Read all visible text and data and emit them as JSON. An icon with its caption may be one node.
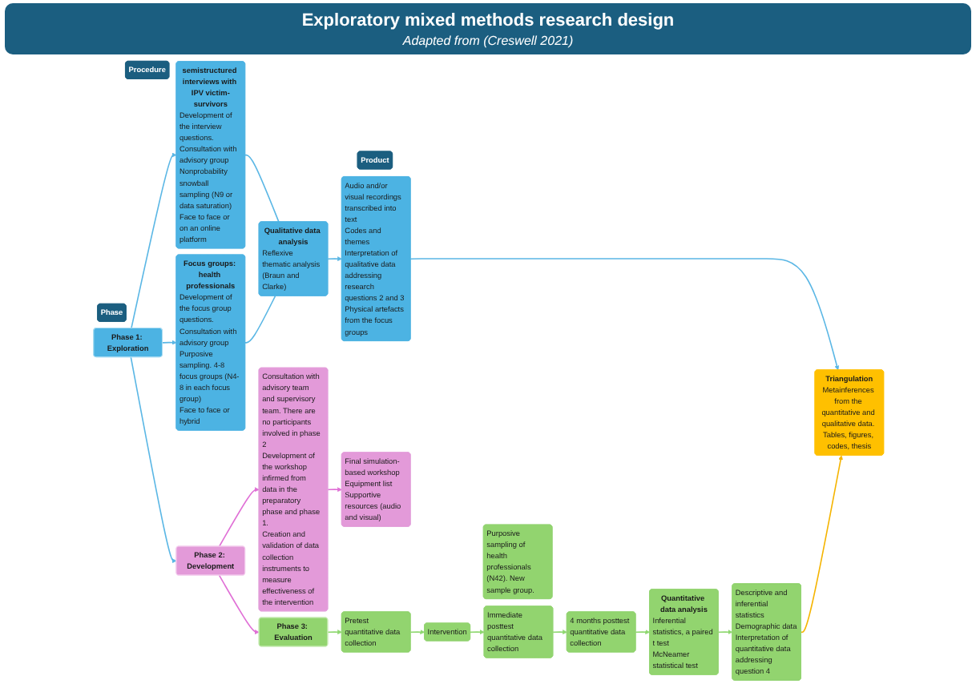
{
  "diagram": {
    "title": "Exploratory mixed methods research design",
    "caption": "Adapted from (Creswell 2021)",
    "nodes": [
      {
        "text": [
          "Phase"
        ]
      },
      {
        "text": [
          "Procedure"
        ]
      },
      {
        "text": [
          "Product"
        ]
      },
      {
        "text": [
          "Phase 1: Exploration"
        ]
      },
      {
        "text": [
          "semistructured interviews with IPV victim-survivors",
          "Development of the interview questions. Consultation with advisory group",
          "Nonprobability snowball sampling (N9 or data saturation)",
          "Face to face or on an online platform"
        ]
      },
      {
        "text": [
          "Focus groups: health professionals",
          "Development of the focus group questions. Consultation with advisory group",
          "Purposive sampling. 4-8 focus groups (N4-8 in each focus group)",
          "Face to face or hybrid"
        ]
      },
      {
        "text": [
          "Qualitative data analysis",
          "Reflexive thematic analysis (Braun and Clarke)"
        ]
      },
      {
        "text": [
          "Audio and/or visual recordings transcribed into text",
          "Codes and themes",
          "Interpretation of qualitative data addressing research questions 2 and 3",
          "Physical artefacts from the focus groups"
        ]
      },
      {
        "text": [
          "Phase 2: Development"
        ]
      },
      {
        "text": [
          "Consultation with advisory team and supervisory team. There are no participants involved in phase 2",
          "Development of the workshop infirmed from data in the preparatory phase and phase 1.",
          "Creation and validation of data collection instruments to measure effectiveness of the intervention"
        ]
      },
      {
        "text": [
          "Final simulation-based workshop",
          "Equipment list",
          "Supportive resources (audio and visual)"
        ]
      },
      {
        "text": [
          "Phase 3: Evaluation"
        ]
      },
      {
        "text": [
          "Purposive sampling of health professionals (N42). New sample group."
        ]
      },
      {
        "text": [
          "Pretest quantitative data collection"
        ]
      },
      {
        "text": [
          "Intervention"
        ]
      },
      {
        "text": [
          "Immediate posttest quantitative data collection"
        ]
      },
      {
        "text": [
          "4 months posttest quantitative data collection"
        ]
      },
      {
        "text": [
          "Quantitative data analysis",
          "Inferential statistics, a paired t test",
          "McNeamer statistical test"
        ]
      },
      {
        "text": [
          "Descriptive and inferential statistics",
          "Demographic data",
          "Interpretation of quantitative data addressing question 4"
        ]
      },
      {
        "text": [
          "Triangulation",
          "Metainferences from the quantitative and qualitative data. Tables, figures, codes, thesis"
        ]
      }
    ],
    "edges": [
      {
        "from": 3,
        "to": 4,
        "arrow": "to",
        "color": "#5bb7e5"
      },
      {
        "from": 3,
        "to": 5,
        "arrow": "to",
        "color": "#5bb7e5"
      },
      {
        "from": 4,
        "to": 6,
        "arrow": "none",
        "color": "#5bb7e5"
      },
      {
        "from": 5,
        "to": 6,
        "arrow": "none",
        "color": "#5bb7e5"
      },
      {
        "from": 6,
        "to": 7,
        "arrow": "to",
        "color": "#5bb7e5"
      },
      {
        "from": 7,
        "to": 19,
        "arrow": "to",
        "color": "#5bb7e5"
      },
      {
        "from": 3,
        "to": 8,
        "arrow": "to",
        "color": "#5bb7e5"
      },
      {
        "from": 8,
        "to": 9,
        "arrow": "to",
        "color": "#e070d6"
      },
      {
        "from": 9,
        "to": 10,
        "arrow": "to",
        "color": "#e070d6"
      },
      {
        "from": 8,
        "to": 11,
        "arrow": "to",
        "color": "#e070d6"
      },
      {
        "from": 11,
        "to": 13,
        "arrow": "to",
        "color": "#8fd870"
      },
      {
        "from": 13,
        "to": 14,
        "arrow": "to",
        "color": "#8fd870"
      },
      {
        "from": 14,
        "to": 15,
        "arrow": "to",
        "color": "#8fd870"
      },
      {
        "from": 15,
        "to": 16,
        "arrow": "to",
        "color": "#8fd870"
      },
      {
        "from": 16,
        "to": 17,
        "arrow": "to",
        "color": "#8fd870"
      },
      {
        "from": 17,
        "to": 18,
        "arrow": "to",
        "color": "#8fd870"
      },
      {
        "from": 18,
        "to": 19,
        "arrow": "to",
        "color": "#f5b400"
      }
    ]
  }
}
